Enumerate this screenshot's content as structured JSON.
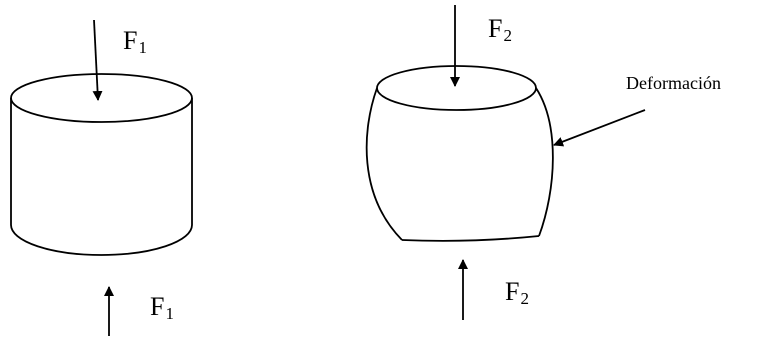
{
  "labels": {
    "f1_top": {
      "letter": "F",
      "sub": "1"
    },
    "f1_bottom": {
      "letter": "F",
      "sub": "1"
    },
    "f2_top": {
      "letter": "F",
      "sub": "2"
    },
    "f2_bottom": {
      "letter": "F",
      "sub": "2"
    },
    "deformation": "Deformación"
  },
  "colors": {
    "stroke": "#000000",
    "background": "#ffffff"
  }
}
